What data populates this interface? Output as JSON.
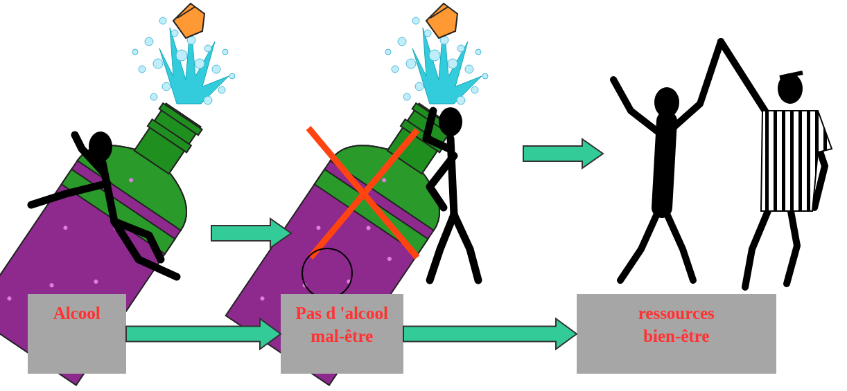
{
  "diagram": {
    "nodes": [
      {
        "text": [
          "Alcool"
        ]
      },
      {
        "text": [
          "Pas d 'alcool",
          "mal-être"
        ]
      },
      {
        "text": [
          "ressources",
          "bien-être"
        ]
      }
    ],
    "edges": [
      {
        "from": 0,
        "to": 1,
        "arrow": "to"
      },
      {
        "from": 1,
        "to": 2,
        "arrow": "to"
      }
    ]
  }
}
